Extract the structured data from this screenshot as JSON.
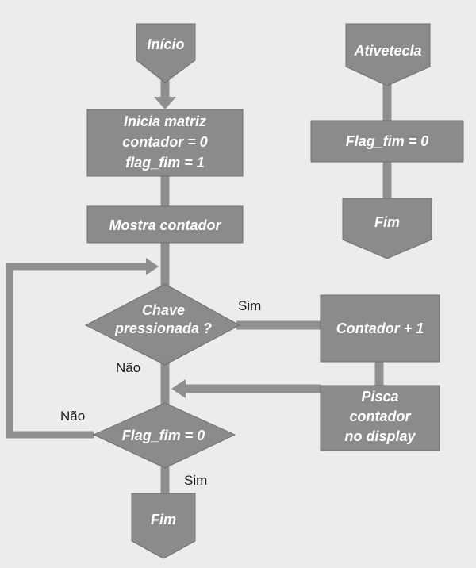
{
  "nodes": {
    "inicio": {
      "label": [
        "Início"
      ]
    },
    "inicia_matriz": {
      "label": [
        "Inicia matriz",
        "contador = 0",
        "flag_fim = 1"
      ]
    },
    "mostra_contador": {
      "label": [
        "Mostra contador"
      ]
    },
    "chave_pressionada": {
      "label": [
        "Chave",
        "pressionada ?"
      ]
    },
    "flag_fim_check": {
      "label": [
        "Flag_fim = 0"
      ]
    },
    "fim_main": {
      "label": [
        "Fim"
      ]
    },
    "contador_inc": {
      "label": [
        "Contador + 1"
      ]
    },
    "pisca": {
      "label": [
        "Pisca",
        "contador",
        "no display"
      ]
    },
    "ativetecla": {
      "label": [
        "Ativetecla"
      ]
    },
    "flag_fim_set": {
      "label": [
        "Flag_fim = 0"
      ]
    },
    "fim_sub": {
      "label": [
        "Fim"
      ]
    }
  },
  "edges": {
    "sim_chave": "Sim",
    "nao_chave": "Não",
    "nao_flag": "Não",
    "sim_flag": "Sim"
  }
}
